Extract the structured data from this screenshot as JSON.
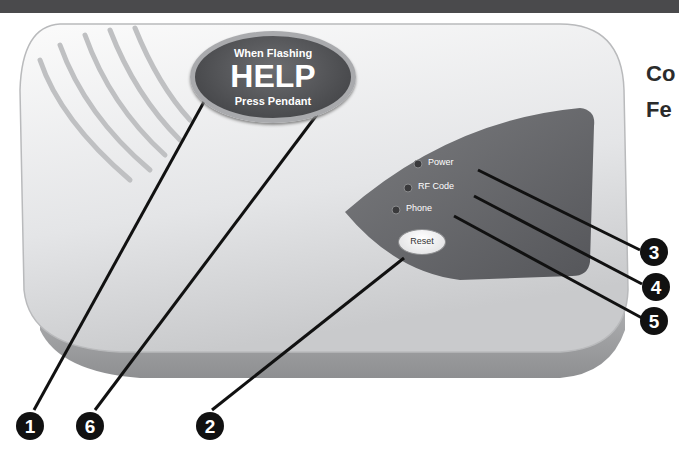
{
  "diagram": {
    "nodes": [
      {
        "text": [
          "When Flashing",
          "HELP",
          "Press Pendant"
        ]
      },
      {
        "text": [
          "Reset"
        ]
      }
    ],
    "labels": [
      "Co",
      "Fe",
      "Power",
      "RF Code",
      "Phone",
      "1",
      "6",
      "2",
      "3",
      "4",
      "5"
    ]
  }
}
